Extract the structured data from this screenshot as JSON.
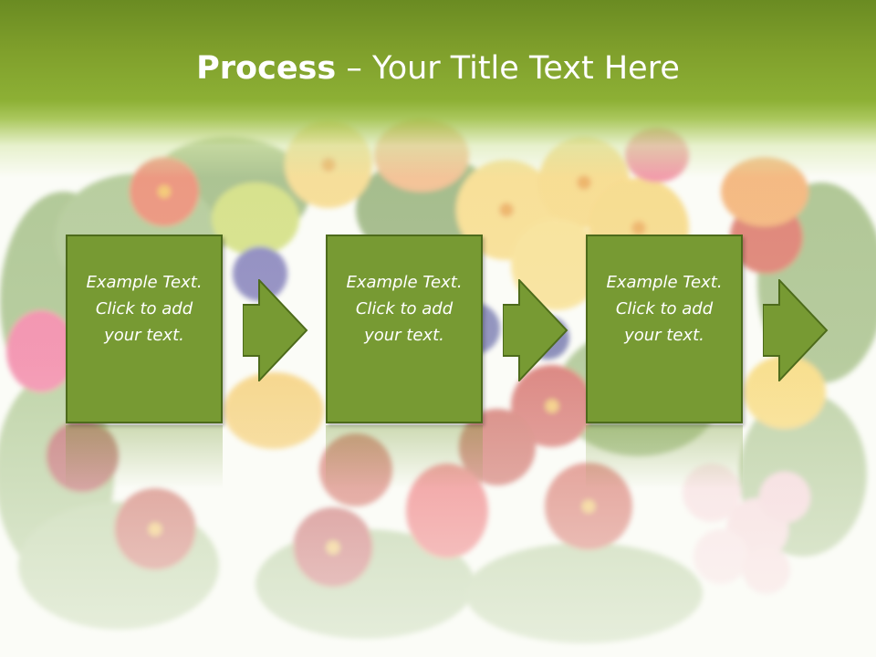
{
  "slide": {
    "title_bold": "Process",
    "title_rest": " – Your Title Text Here"
  },
  "steps": [
    {
      "lines": [
        "Example Text.",
        "Click  to add",
        "your text."
      ]
    },
    {
      "lines": [
        "Example Text.",
        "Click  to add",
        "your text."
      ]
    },
    {
      "lines": [
        "Example Text.",
        "Click  to add",
        "your text."
      ]
    }
  ],
  "colors": {
    "accent": "#779a33",
    "accent_border": "#4d6b1b",
    "title_band": "#6a8b22",
    "text": "#ffffff"
  }
}
